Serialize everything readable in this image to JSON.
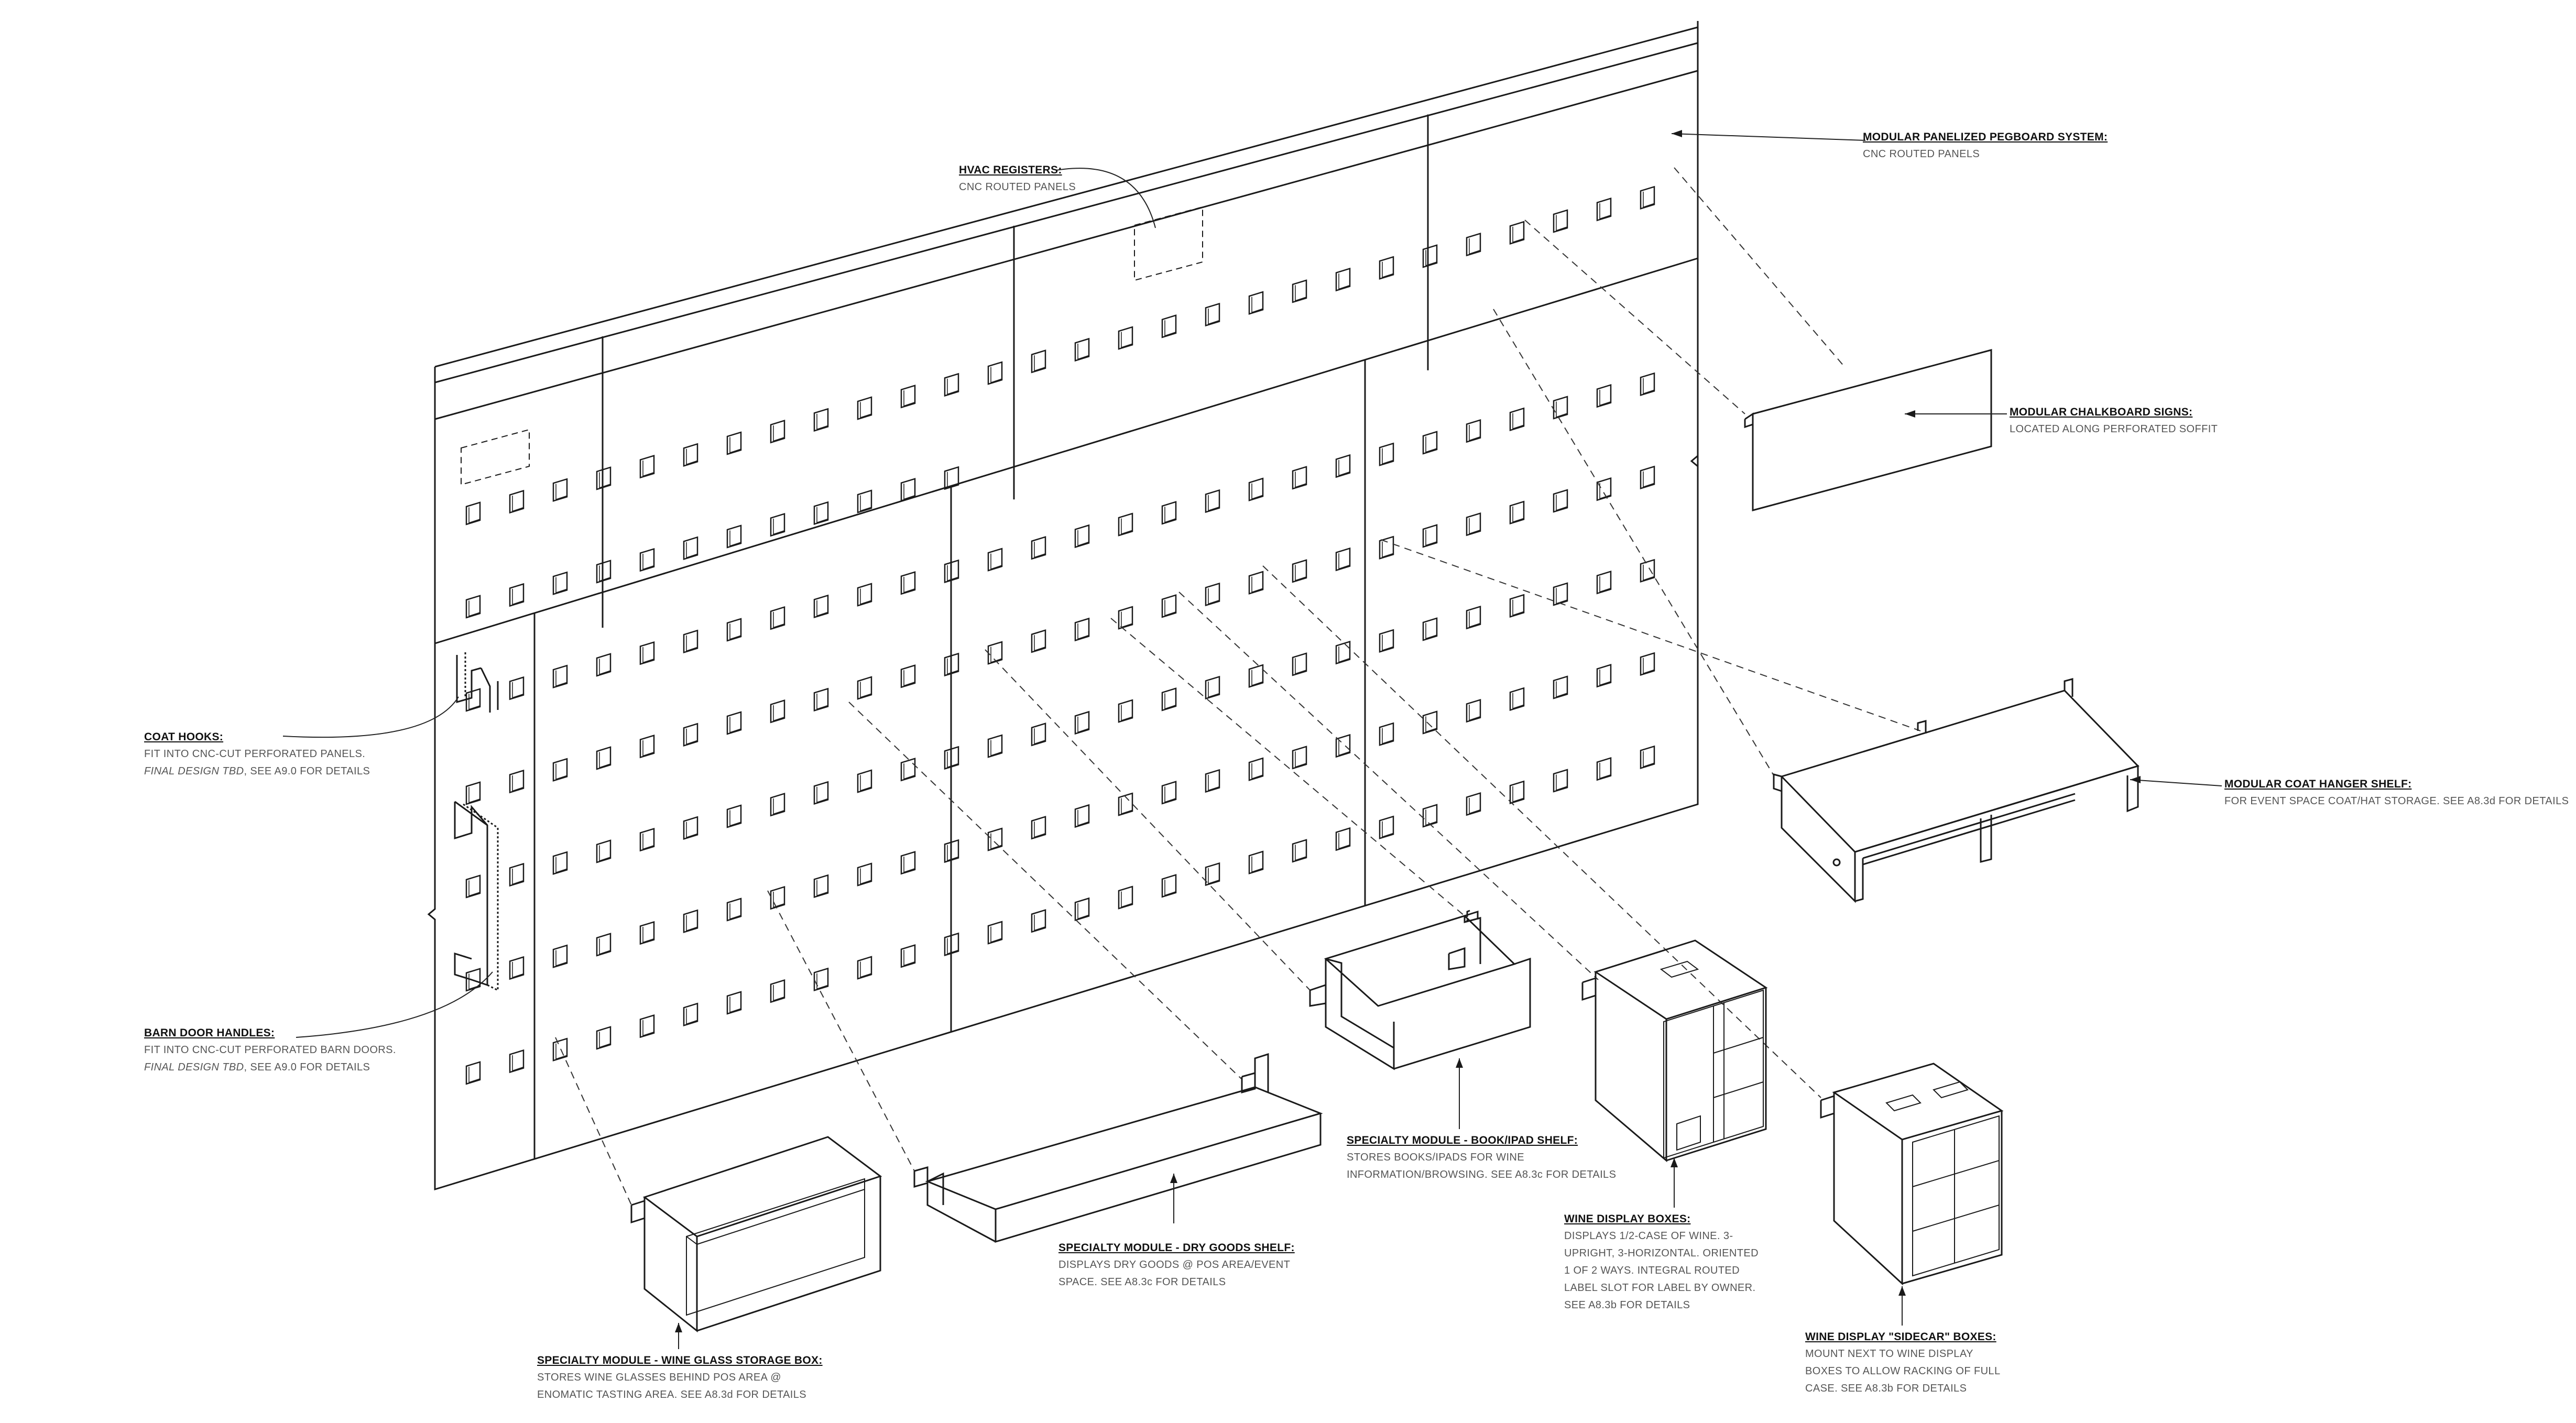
{
  "callouts": {
    "pegboard": {
      "title": "MODULAR PANELIZED PEGBOARD SYSTEM:",
      "lines": [
        "CNC ROUTED PANELS"
      ]
    },
    "hvac": {
      "title": "HVAC REGISTERS:",
      "lines": [
        "CNC ROUTED PANELS"
      ]
    },
    "chalkboard": {
      "title": "MODULAR CHALKBOARD SIGNS:",
      "lines": [
        "LOCATED ALONG PERFORATED SOFFIT"
      ]
    },
    "coat_hooks": {
      "title": "COAT HOOKS:",
      "lines": [
        "FIT INTO CNC-CUT PERFORATED PANELS."
      ],
      "italic_line": "FINAL DESIGN TBD",
      "tail": ", SEE A9.0 FOR DETAILS"
    },
    "barn_door": {
      "title": "BARN DOOR HANDLES:",
      "lines": [
        "FIT INTO CNC-CUT PERFORATED BARN DOORS."
      ],
      "italic_line": "FINAL DESIGN TBD",
      "tail": ", SEE A9.0 FOR DETAILS"
    },
    "coat_shelf": {
      "title": "MODULAR COAT HANGER SHELF:",
      "lines": [
        "FOR EVENT SPACE COAT/HAT STORAGE. SEE A8.3d FOR DETAILS"
      ]
    },
    "book_shelf": {
      "title": "SPECIALTY MODULE - BOOK/IPAD SHELF:",
      "lines": [
        "STORES BOOKS/IPADS FOR WINE",
        "INFORMATION/BROWSING. SEE A8.3c FOR DETAILS"
      ]
    },
    "dry_goods": {
      "title": "SPECIALTY MODULE - DRY GOODS SHELF:",
      "lines": [
        "DISPLAYS DRY GOODS @ POS AREA/EVENT",
        "SPACE. SEE A8.3c FOR DETAILS"
      ]
    },
    "wine_glass": {
      "title": "SPECIALTY MODULE - WINE GLASS STORAGE BOX:",
      "lines": [
        "STORES WINE GLASSES BEHIND POS AREA @",
        "ENOMATIC TASTING AREA. SEE A8.3d FOR DETAILS"
      ]
    },
    "wine_display": {
      "title": "WINE DISPLAY BOXES:",
      "lines": [
        "DISPLAYS 1/2-CASE OF WINE. 3-",
        "UPRIGHT, 3-HORIZONTAL. ORIENTED",
        "1 OF 2 WAYS. INTEGRAL ROUTED",
        "LABEL SLOT FOR LABEL BY OWNER.",
        "SEE A8.3b FOR DETAILS"
      ]
    },
    "sidecar": {
      "title": "WINE DISPLAY \"SIDECAR\" BOXES:",
      "lines": [
        "MOUNT NEXT TO WINE DISPLAY",
        "BOXES TO ALLOW RACKING OF FULL",
        "CASE. SEE A8.3b FOR DETAILS"
      ]
    }
  },
  "colors": {
    "line": "#1a1a1a",
    "hatch": "#555555",
    "text": "#555555"
  }
}
